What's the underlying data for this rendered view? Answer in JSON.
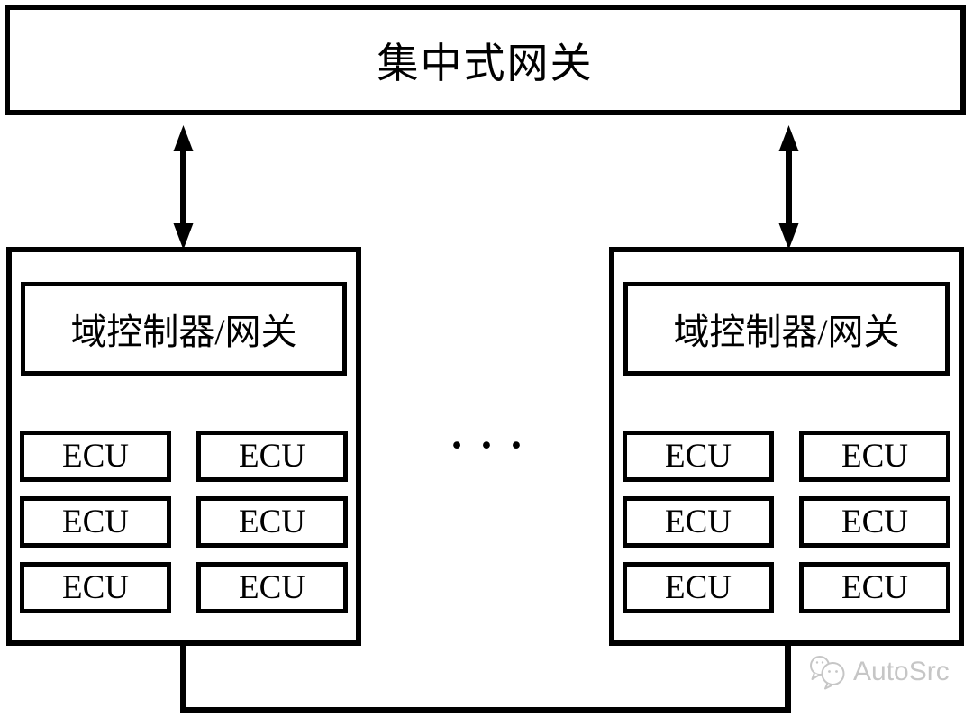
{
  "diagram": {
    "central_gateway": {
      "label": "集中式网关"
    },
    "ellipsis": "•••",
    "domains": [
      {
        "controller_label": "域控制器/网关",
        "ecus": [
          "ECU",
          "ECU",
          "ECU",
          "ECU",
          "ECU",
          "ECU"
        ]
      },
      {
        "controller_label": "域控制器/网关",
        "ecus": [
          "ECU",
          "ECU",
          "ECU",
          "ECU",
          "ECU",
          "ECU"
        ]
      }
    ],
    "colors": {
      "line": "#000000",
      "background": "#ffffff",
      "watermark_gray": "#c6c6c6"
    }
  },
  "watermark": {
    "label": "AutoSrc"
  }
}
